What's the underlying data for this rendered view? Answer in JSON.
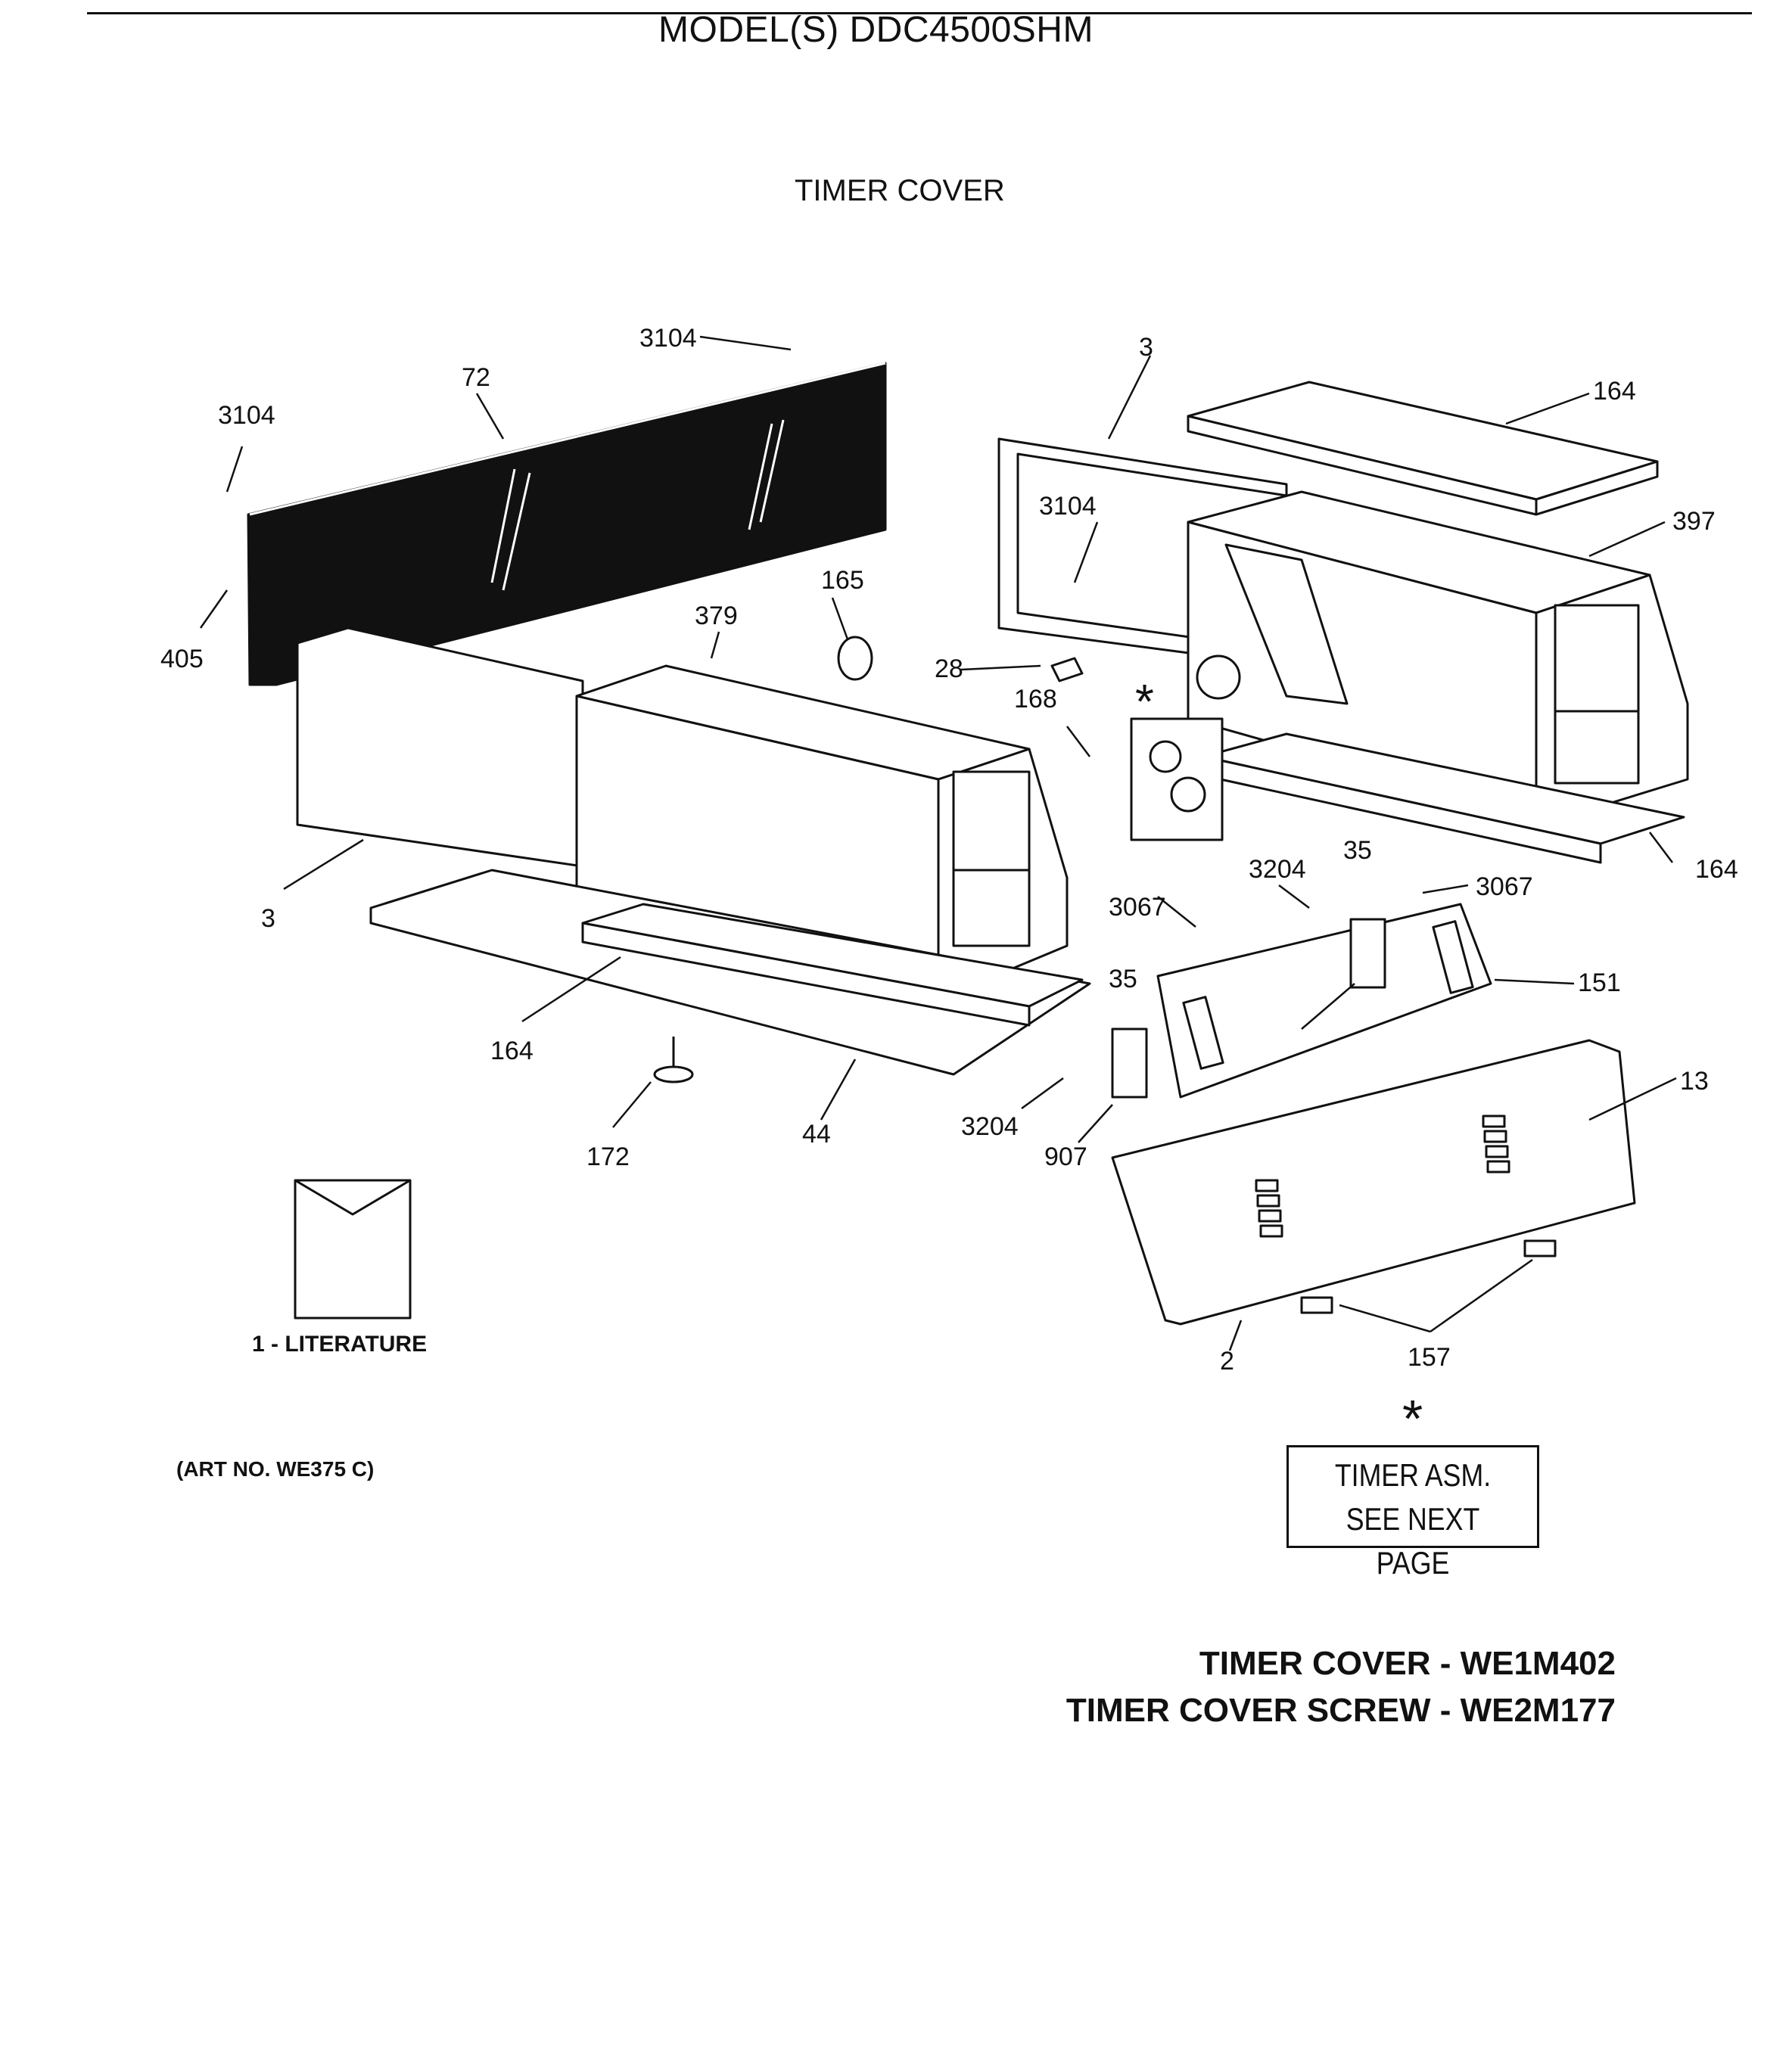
{
  "header": {
    "model": "MODEL(S) DDC4500SHM"
  },
  "section": {
    "title": "TIMER COVER"
  },
  "callouts": [
    "3104",
    "72",
    "3104",
    "405",
    "379",
    "165",
    "3",
    "164",
    "397",
    "3104",
    "28",
    "168",
    "164",
    "3",
    "164",
    "172",
    "44",
    "35",
    "3204",
    "3067",
    "3067",
    "35",
    "151",
    "3204",
    "907",
    "13",
    "2",
    "157"
  ],
  "literature": {
    "label": "1 - LITERATURE"
  },
  "art_no": "(ART NO. WE375 C)",
  "note": {
    "star": "*",
    "line1": "TIMER ASM.",
    "line2": "SEE NEXT PAGE"
  },
  "parts": [
    {
      "text": "TIMER COVER - WE1M402"
    },
    {
      "text": "TIMER COVER SCREW - WE2M177"
    }
  ]
}
